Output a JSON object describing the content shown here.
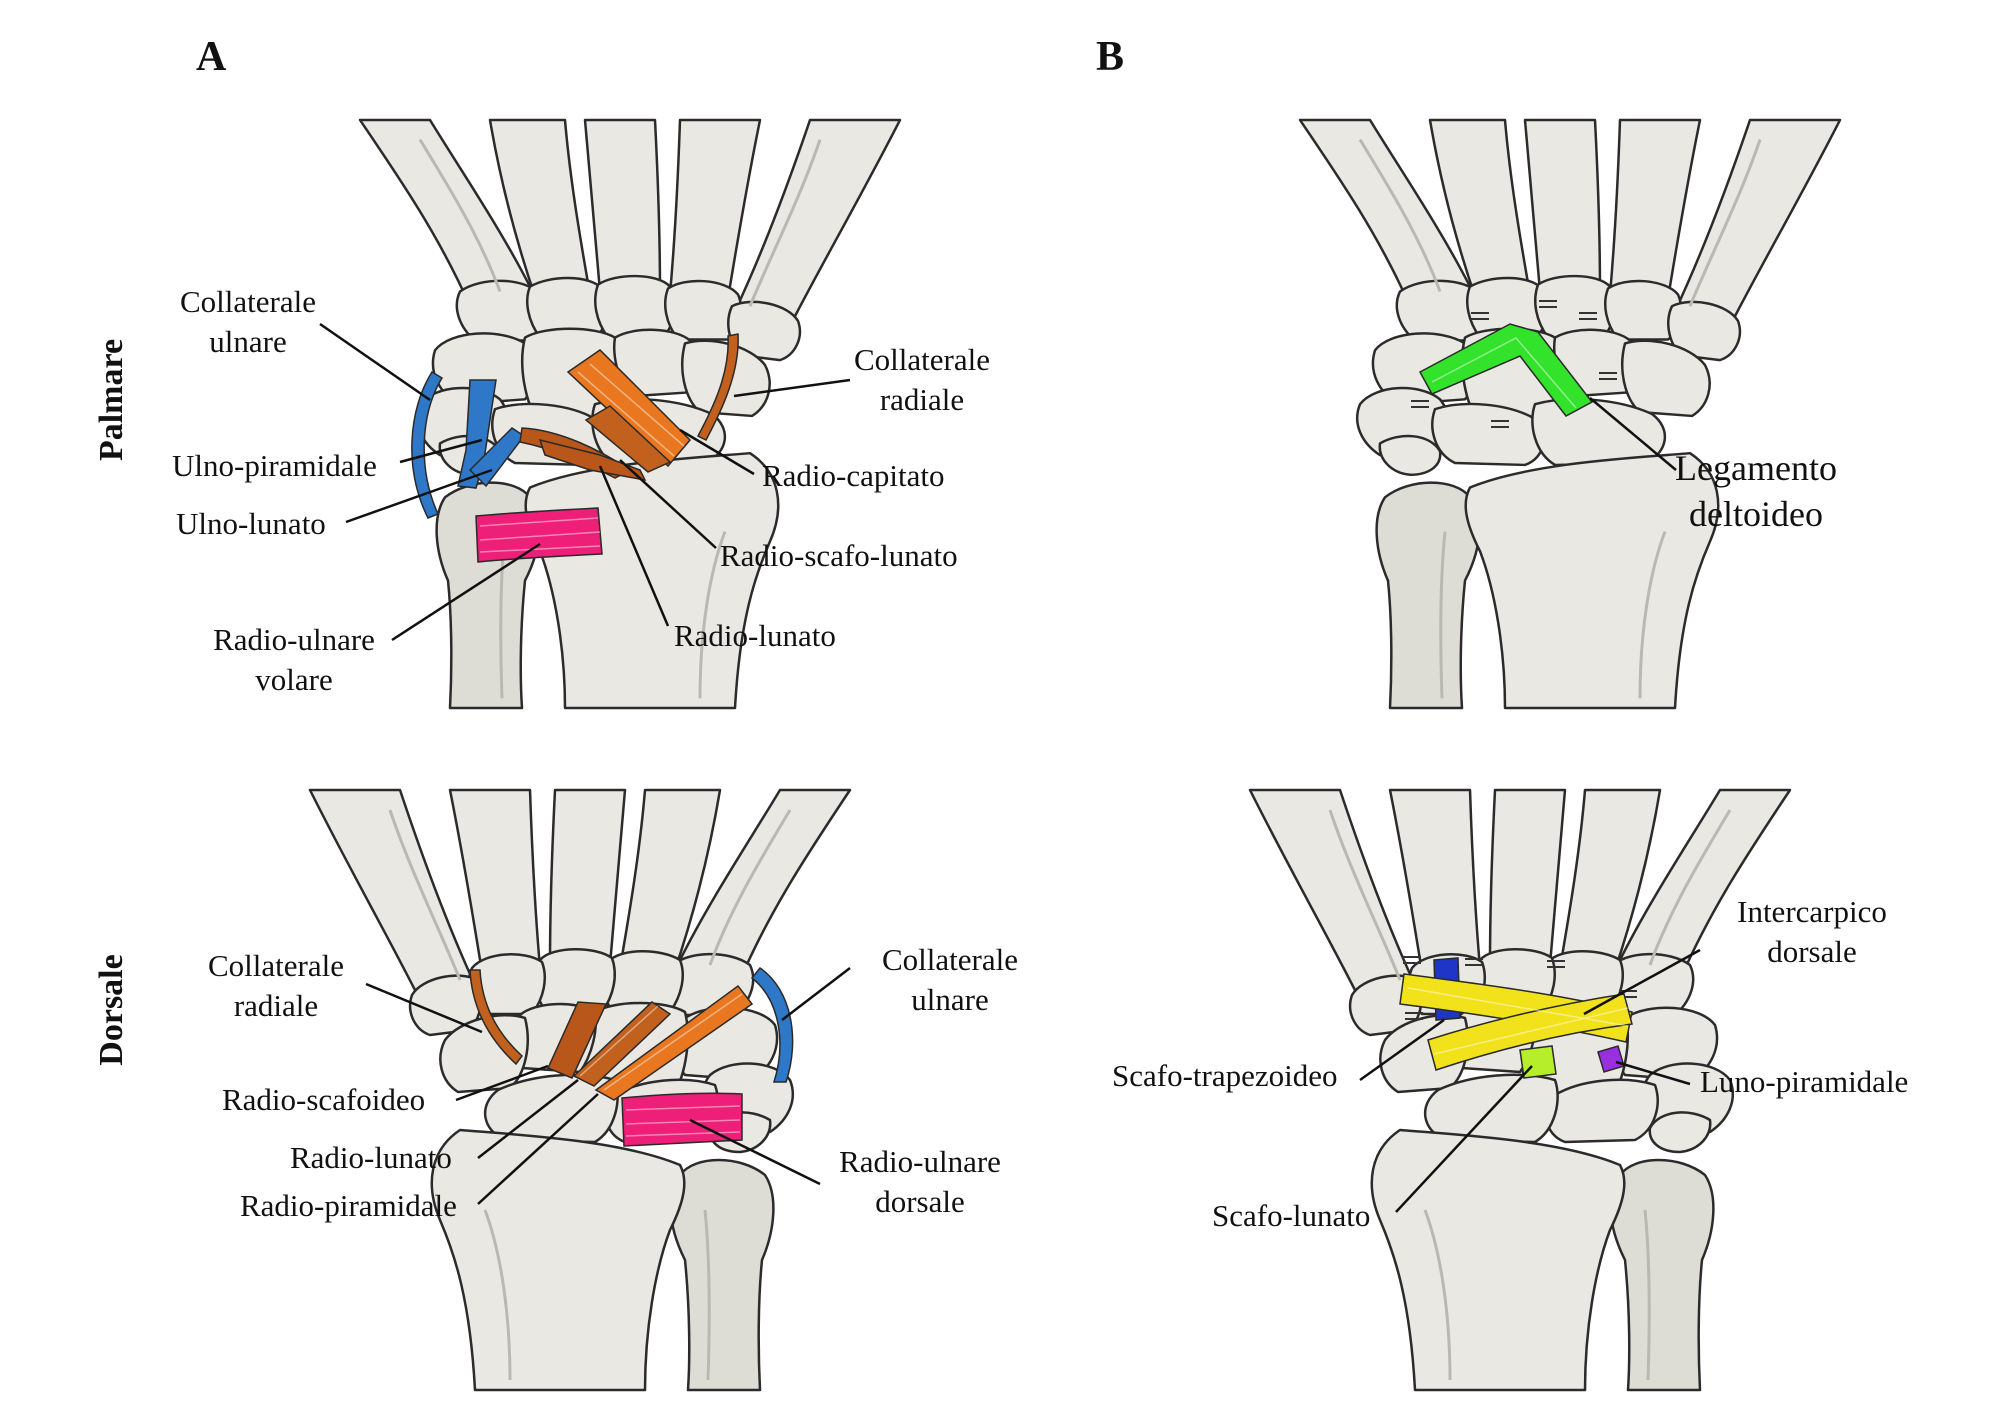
{
  "panels": {
    "a": "A",
    "b": "B"
  },
  "views": {
    "palmar": "Palmare",
    "dorsal": "Dorsale"
  },
  "colors": {
    "bone": "#e9e8e2",
    "ulnar_collateral": "#2f78c8",
    "radial_collateral": "#c2611d",
    "radiocarpal": "#b9561a",
    "radio_capitate": "#e8771f",
    "radio_ulnar": "#ee1f78",
    "deltoid": "#33e22a",
    "dorsal_intercarpal": "#f2e21b",
    "scapho_trapezoid": "#1f35c8",
    "scapho_lunate": "#b7ee2a",
    "luno_triquetral": "#9a2fe0"
  },
  "labels": {
    "a_palmar": {
      "collaterale_ulnare_1": "Collaterale",
      "collaterale_ulnare_2": "ulnare",
      "collaterale_radiale_1": "Collaterale",
      "collaterale_radiale_2": "radiale",
      "ulno_piramidale": "Ulno-piramidale",
      "ulno_lunato": "Ulno-lunato",
      "radio_capitato": "Radio-capitato",
      "radio_scafo_lunato": "Radio-scafo-lunato",
      "radio_lunato": "Radio-lunato",
      "radio_ulnare_volare_1": "Radio-ulnare",
      "radio_ulnare_volare_2": "volare"
    },
    "a_dorsal": {
      "collaterale_radiale_1": "Collaterale",
      "collaterale_radiale_2": "radiale",
      "collaterale_ulnare_1": "Collaterale",
      "collaterale_ulnare_2": "ulnare",
      "radio_scafoideo": "Radio-scafoideo",
      "radio_lunato": "Radio-lunato",
      "radio_piramidale": "Radio-piramidale",
      "radio_ulnare_dorsale_1": "Radio-ulnare",
      "radio_ulnare_dorsale_2": "dorsale"
    },
    "b_palmar": {
      "legamento_deltoideo_1": "Legamento",
      "legamento_deltoideo_2": "deltoideo"
    },
    "b_dorsal": {
      "intercarpico_dorsale_1": "Intercarpico",
      "intercarpico_dorsale_2": "dorsale",
      "scafo_trapezoideo": "Scafo-trapezoideo",
      "luno_piramidale": "Luno-piramidale",
      "scafo_lunato": "Scafo-lunato"
    }
  }
}
